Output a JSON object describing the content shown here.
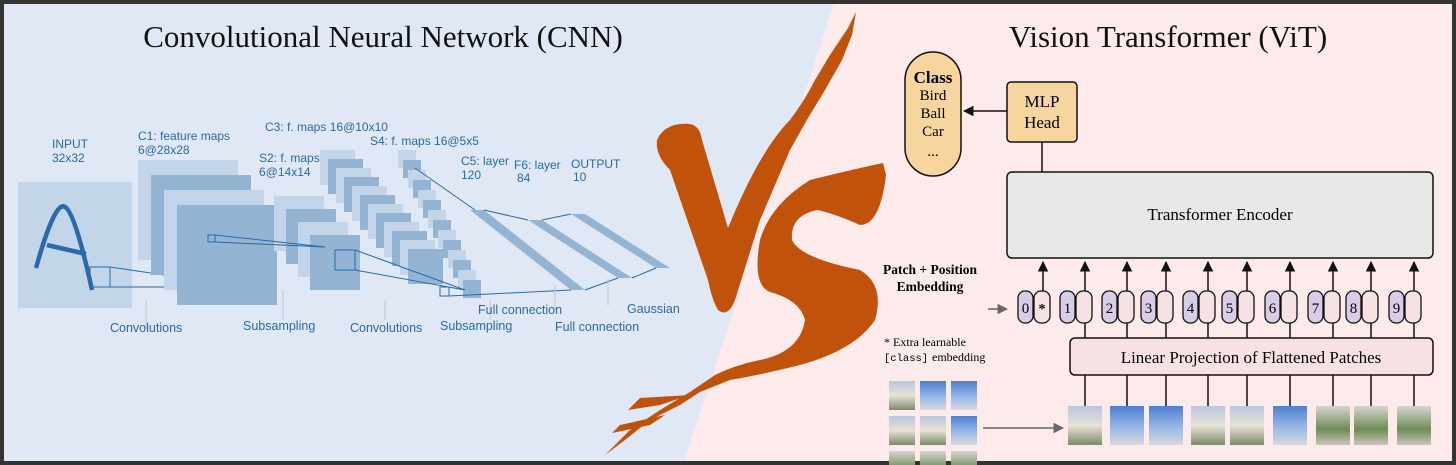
{
  "cnn": {
    "title": "Convolutional Neural Network (CNN)",
    "layers": {
      "input": [
        "INPUT",
        "32x32"
      ],
      "c1": [
        "C1: feature maps",
        "6@28x28"
      ],
      "s2": [
        "S2: f. maps",
        "6@14x14"
      ],
      "c3": "C3: f. maps 16@10x10",
      "s4": "S4: f. maps 16@5x5",
      "c5": [
        "C5: layer",
        "120"
      ],
      "f6": [
        "F6: layer",
        "84"
      ],
      "output": [
        "OUTPUT",
        "10"
      ]
    },
    "operations": [
      "Convolutions",
      "Subsampling",
      "Convolutions",
      "Subsampling",
      "Full connection",
      "Full connection",
      "Gaussian"
    ]
  },
  "vs_label": "VS",
  "vit": {
    "title": "Vision Transformer (ViT)",
    "class_box": {
      "title": "Class",
      "items": [
        "Bird",
        "Ball",
        "Car",
        "..."
      ]
    },
    "mlp_head": [
      "MLP",
      "Head"
    ],
    "encoder": "Transformer Encoder",
    "embedding_label": [
      "Patch + Position",
      "Embedding"
    ],
    "note": [
      "* Extra learnable",
      "[class]",
      "embedding"
    ],
    "tokens": [
      "0",
      "1",
      "2",
      "3",
      "4",
      "5",
      "6",
      "7",
      "8",
      "9"
    ],
    "class_token_mark": "*",
    "projection": "Linear Projection of Flattened Patches"
  },
  "colors": {
    "cnn_bg": "#dfe8f4",
    "vit_bg": "#fdeaea",
    "vs": "#c1520b",
    "cnn_blue": "#2a6aa8",
    "token": "#d9cce6",
    "head": "#f6d59f"
  }
}
